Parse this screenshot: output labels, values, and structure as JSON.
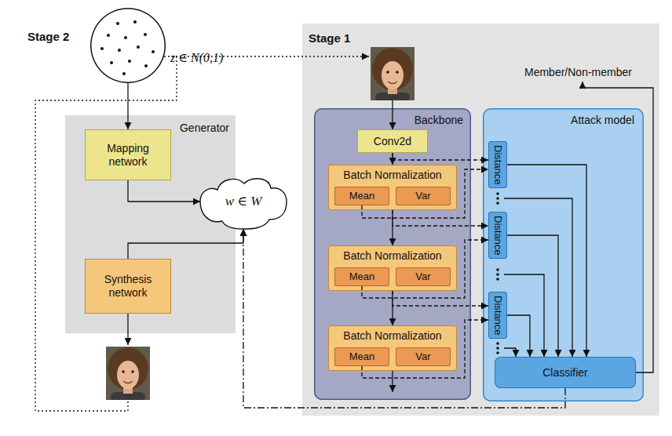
{
  "diagram": {
    "nodes": [
      {
        "text": [
          "z ∈ N(0,1)"
        ]
      },
      {
        "text": [
          "Generator"
        ]
      },
      {
        "text": [
          "Mapping network"
        ],
        "in": 1
      },
      {
        "text": [
          "w ∈ W"
        ]
      },
      {
        "text": [
          "Synthesis network"
        ],
        "in": 1
      },
      {
        "text": [
          "Stage 1"
        ]
      },
      {
        "text": [
          "Backbone"
        ],
        "in": 5
      },
      {
        "text": [
          "Conv2d"
        ],
        "in": 6
      },
      {
        "text": [
          "Batch Normalization"
        ],
        "in": 6
      },
      {
        "text": [
          "Mean"
        ],
        "in": 8
      },
      {
        "text": [
          "Var"
        ],
        "in": 8
      },
      {
        "text": [
          "Batch Normalization"
        ],
        "in": 6
      },
      {
        "text": [
          "Mean"
        ],
        "in": 11
      },
      {
        "text": [
          "Var"
        ],
        "in": 11
      },
      {
        "text": [
          "Batch Normalization"
        ],
        "in": 6
      },
      {
        "text": [
          "Mean"
        ],
        "in": 14
      },
      {
        "text": [
          "Var"
        ],
        "in": 14
      },
      {
        "text": [
          "Attack model"
        ],
        "in": 5
      },
      {
        "text": [
          "Distance"
        ],
        "in": 17
      },
      {
        "text": [
          "Distance"
        ],
        "in": 17
      },
      {
        "text": [
          "Distance"
        ],
        "in": 17
      },
      {
        "text": [
          "Classifier"
        ],
        "in": 17
      }
    ],
    "edges": [
      {
        "from": 0,
        "to": 2,
        "arrow": "to"
      },
      {
        "from": 2,
        "to": 3,
        "arrow": "to"
      },
      {
        "from": 4,
        "to": 3,
        "arrow": "to"
      },
      {
        "from": 21,
        "to": 3,
        "arrow": "to"
      },
      {
        "from": 7,
        "to": 8,
        "arrow": "to"
      },
      {
        "from": 8,
        "to": 11,
        "arrow": "to"
      },
      {
        "from": 11,
        "to": 14,
        "arrow": "to"
      },
      {
        "from": 7,
        "to": 18,
        "arrow": "to"
      },
      {
        "from": 9,
        "to": 18,
        "arrow": "to"
      },
      {
        "from": 8,
        "to": 19,
        "arrow": "to"
      },
      {
        "from": 12,
        "to": 19,
        "arrow": "to"
      },
      {
        "from": 11,
        "to": 20,
        "arrow": "to"
      },
      {
        "from": 15,
        "to": 20,
        "arrow": "to"
      },
      {
        "from": 18,
        "to": 21,
        "arrow": "to"
      },
      {
        "from": 19,
        "to": 21,
        "arrow": "to"
      },
      {
        "from": 20,
        "to": 21,
        "arrow": "to"
      }
    ],
    "labels": [
      "Stage 2",
      "Member/Non-member"
    ]
  }
}
